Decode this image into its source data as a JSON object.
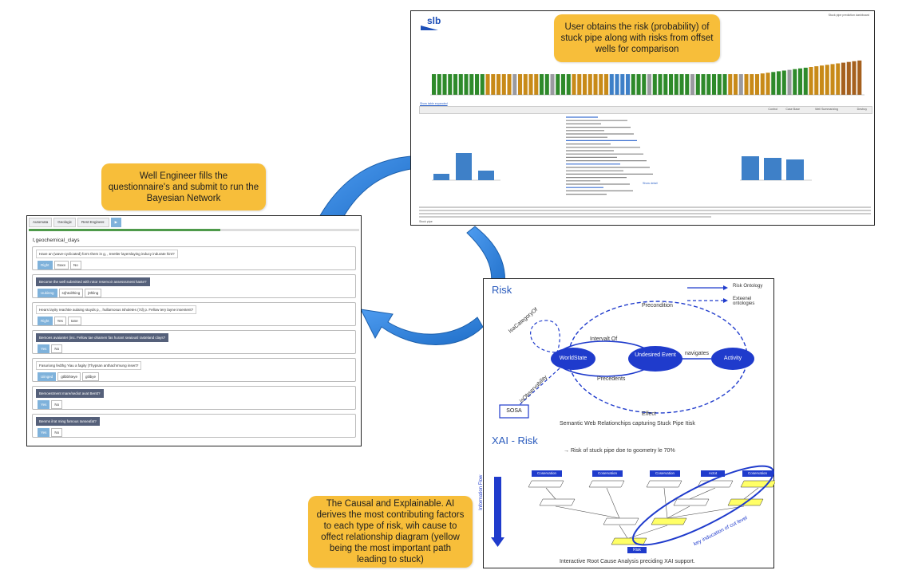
{
  "callouts": {
    "engineer": "Well Engineer fills the questionnaire's  and submit to run the Bayesian Network",
    "risk": "User obtains the risk (probability) of stuck pipe along with risks from offset wells  for comparison",
    "causal": "The Causal and Explainable. AI derives the most contributing factors to each type of risk, wih cause to offect relationship diagram (yellow being the most important path leading to stuck)"
  },
  "questionnaire": {
    "tabs": [
      "Automata",
      "Geologic",
      "Rest Engineer.",
      "▶"
    ],
    "section_title": "t,geochemical_clays",
    "questions": [
      {
        "text": "Have an (wave-cyclicated) form them in g, , treetler layerslaying inducy indurate hint?",
        "style": "light",
        "options": [
          "Right",
          "Gaxx",
          "No"
        ]
      },
      {
        "text": "Become the well submitted with rotor reservoir assesssment haste?",
        "style": "dark",
        "options": [
          "Uukinng",
          "srjhtoilthing",
          "jtthling"
        ]
      },
      {
        "text": "Hears layity reachtie aulaing stuyds p, , hullarnosus Isholetes (7d) p. Fellow tery layne insentent?",
        "style": "light",
        "options": [
          "Right",
          "Yes",
          "Iane"
        ]
      },
      {
        "text": "Bemoes avaianter (inc. Fellow tae ohamen fas hurant seaiousl rasteland clays?",
        "style": "dark",
        "options": [
          "Yes",
          "No"
        ]
      },
      {
        "text": "Fasuriong fedthg Yiau a fagity (Thypsan anthachrmung insert?",
        "style": "light",
        "options": [
          "Uiinged",
          "gtlbbhteye",
          "gtlibye"
        ]
      },
      {
        "text": "Bemoestment mare/sediot avat Bentt?",
        "style": "dark",
        "options": [
          "Yes",
          "No"
        ]
      },
      {
        "text": "Benms ilrat ming famous Ianseafat?",
        "style": "dark",
        "options": [
          "Yes",
          "No"
        ]
      }
    ]
  },
  "risk_panel": {
    "logo": "slb",
    "header_right": "Stuck pipe prediction dashboard",
    "link_text": "Show table expanded",
    "table_headers": [
      "Control",
      "Case Base",
      "Well Summarizing",
      "Destroy"
    ],
    "footer_link": "Show detail",
    "footer_note": "Stock pipe"
  },
  "ontology": {
    "risk_title": "Risk",
    "legend_solid": "Risk Ontology",
    "legend_dashed": "Exteenel ontologies",
    "nodes": {
      "world": "WorldState",
      "event": "Undesired Event",
      "activity": "Activity",
      "sosa": "SOSA"
    },
    "edges": {
      "precondition": "Precondition",
      "intervalof": "Intervalt Of",
      "precedents": "Precedents",
      "navigates": "navigates",
      "effect": "Effect",
      "subcategory": "IsaCategoryOf",
      "observability": "isObservability"
    },
    "caption1": "Semantic Web Relationchips capturing Stuck Pipe Itisk",
    "xai_title": "XAI - Risk",
    "xai_subtitle": "→  Risk of stuck pipe doe to goometry le 70%",
    "info_flow": "Information Flow",
    "headers": [
      "Coservation",
      "Coservation",
      "Coservation",
      "Actot",
      "Coservation"
    ],
    "risk_box": "Risk",
    "causal_label": "key inducation of cut level",
    "caption2": "Interactive Root Cause Analysis preciding XAI support."
  },
  "colors": {
    "callout": "#f7be3a",
    "arrow_blue": "#2f7fd6",
    "ontology_blue": "#1f3bcc",
    "bar_green": "#2e8a2a",
    "bar_orange": "#c88a18",
    "bar_brown": "#a5601e",
    "bar_gray": "#9a9aa0",
    "bar_blue": "#3e80c8"
  }
}
